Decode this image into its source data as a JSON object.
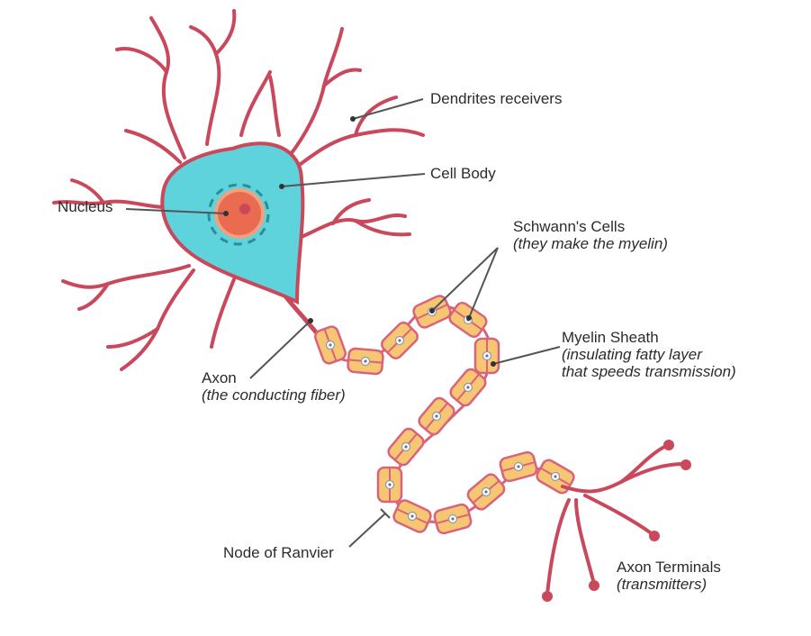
{
  "labels": {
    "dendrites": "Dendrites receivers",
    "cell_body": "Cell Body",
    "nucleus": "Nucleus",
    "schwann_title": "Schwann's Cells",
    "schwann_sub": "(they make the myelin)",
    "myelin_title": "Myelin Sheath",
    "myelin_sub1": "(insulating fatty layer",
    "myelin_sub2": "that speeds transmission)",
    "axon_title": "Axon",
    "axon_sub": "(the conducting fiber)",
    "ranvier": "Node of Ranvier",
    "terminals_title": "Axon Terminals",
    "terminals_sub": "(transmitters)"
  },
  "colors": {
    "dendrite": "#c9485b",
    "cell_body_fill": "#5fd3dc",
    "cell_body_stroke": "#c9485b",
    "nucleus_outer": "#f2a07e",
    "nucleus_inner": "#ea6b4f",
    "nucleolus": "#c9485b",
    "dashed_ring": "#2a8f94",
    "myelin_fill": "#f7c673",
    "myelin_stroke": "#d9637c",
    "leader": "#555555"
  }
}
